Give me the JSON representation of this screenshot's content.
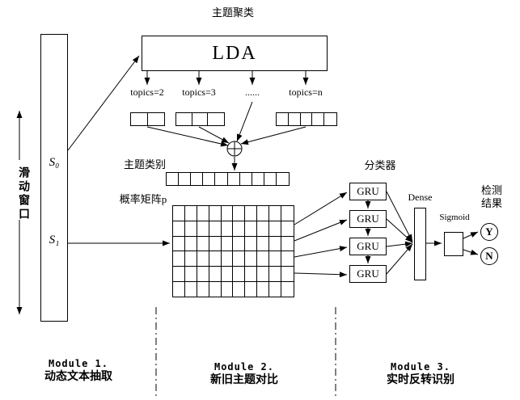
{
  "diagram": {
    "ink_color": "#000000",
    "top_label": "主题聚类",
    "lda_label": "LDA",
    "topic_columns": [
      {
        "label": "topics=2"
      },
      {
        "label": "topics=3"
      },
      {
        "label": "......"
      },
      {
        "label": "topics=n"
      }
    ],
    "grids": {
      "topics2": {
        "rows": 1,
        "cols": 2
      },
      "topics3": {
        "rows": 1,
        "cols": 3
      },
      "topicsn": {
        "rows": 1,
        "cols": 5
      },
      "category_row": {
        "rows": 1,
        "cols": 10
      },
      "matrix": {
        "rows": 6,
        "cols": 10
      }
    },
    "category_label": "主题类别",
    "matrix_label": "概率矩阵p",
    "window": {
      "label": "滑动窗口",
      "s0": "S₀",
      "s1": "S₁"
    },
    "classifier_label": "分类器",
    "grus": [
      "GRU",
      "GRU",
      "GRU",
      "GRU"
    ],
    "dense_label": "Dense",
    "sigmoid_label": "Sigmoid",
    "result": {
      "label": "检测结果",
      "yes": "Y",
      "no": "N"
    },
    "modules": [
      {
        "title": "Module 1.",
        "subtitle": "动态文本抽取"
      },
      {
        "title": "Module 2.",
        "subtitle": "新旧主题对比"
      },
      {
        "title": "Module 3.",
        "subtitle": "实时反转识别"
      }
    ]
  }
}
